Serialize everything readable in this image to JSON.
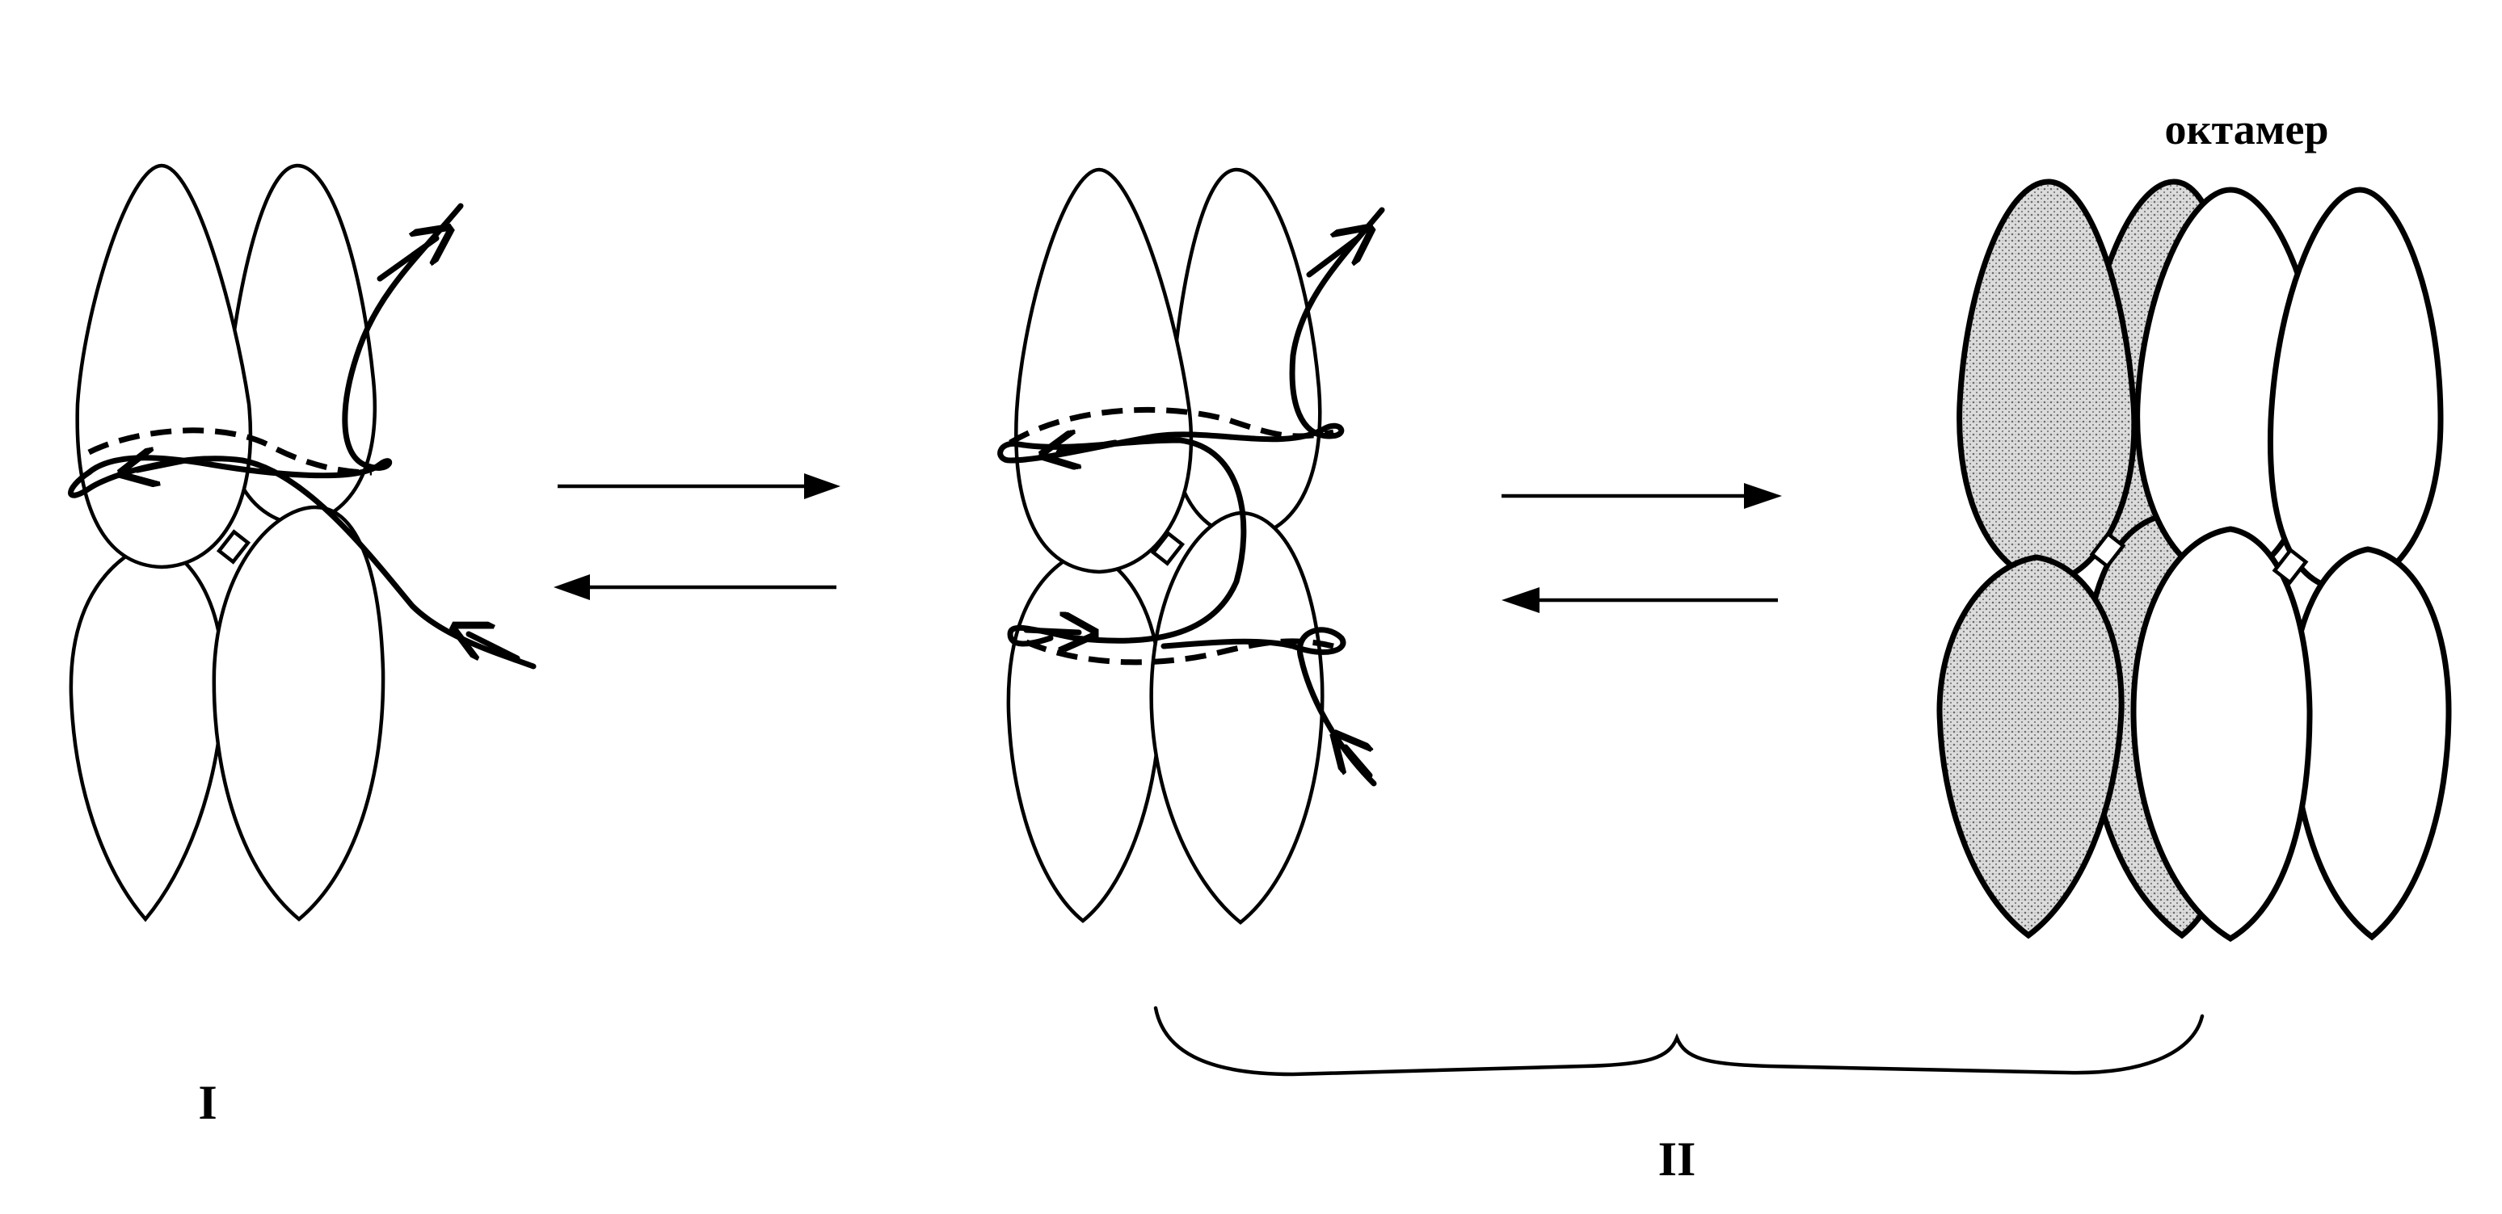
{
  "labels": {
    "state_one": "I",
    "state_two": "II",
    "octamer": "октамер"
  },
  "colors": {
    "ink": "#000000",
    "background": "#ffffff",
    "stipple": "#b8b8b8"
  }
}
